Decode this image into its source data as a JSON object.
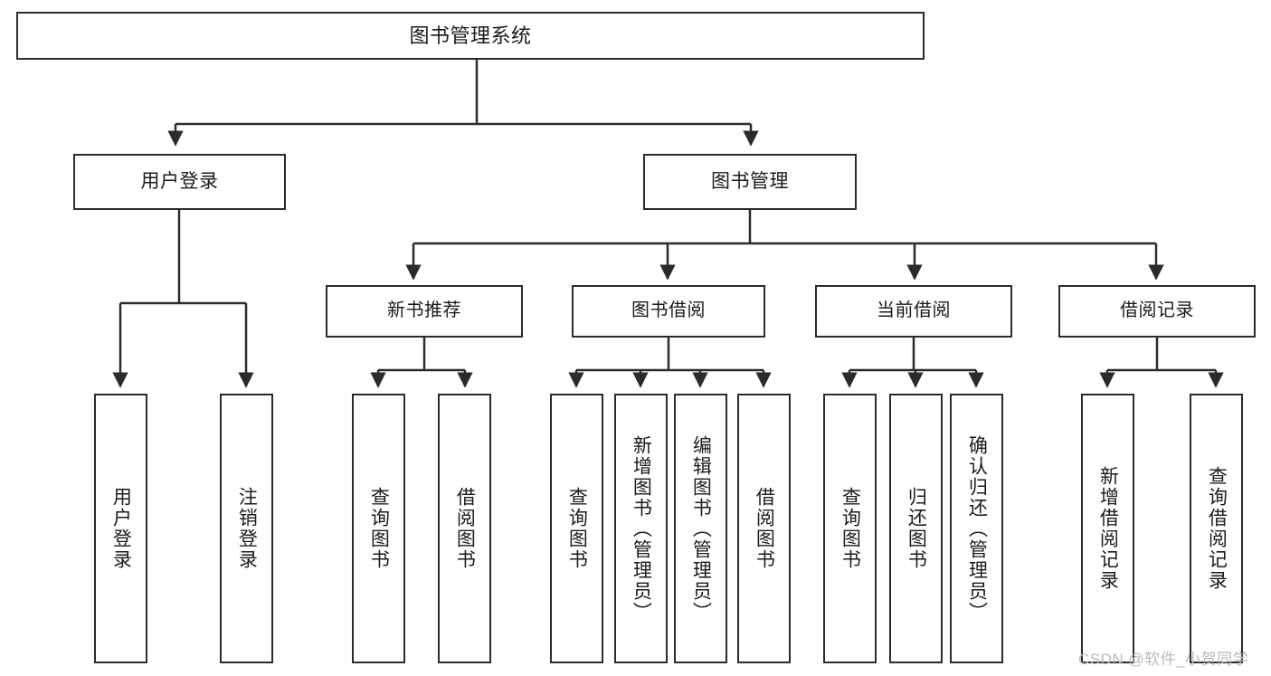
{
  "diagram": {
    "title": "图书管理系统",
    "type": "tree",
    "root": {
      "label": "图书管理系统",
      "children": [
        {
          "label": "用户登录",
          "children": [
            {
              "label": "用户登录"
            },
            {
              "label": "注销登录"
            }
          ]
        },
        {
          "label": "图书管理",
          "children": [
            {
              "label": "新书推荐",
              "children": [
                {
                  "label": "查询图书"
                },
                {
                  "label": "借阅图书"
                }
              ]
            },
            {
              "label": "图书借阅",
              "children": [
                {
                  "label": "查询图书"
                },
                {
                  "label": "新增图书（管理员）"
                },
                {
                  "label": "编辑图书（管理员）"
                },
                {
                  "label": "借阅图书"
                }
              ]
            },
            {
              "label": "当前借阅",
              "children": [
                {
                  "label": "查询图书"
                },
                {
                  "label": "归还图书"
                },
                {
                  "label": "确认归还（管理员）"
                }
              ]
            },
            {
              "label": "借阅记录",
              "children": [
                {
                  "label": "新增借阅记录"
                },
                {
                  "label": "查询借阅记录"
                }
              ]
            }
          ]
        }
      ]
    }
  },
  "nodes": {
    "root": "图书管理系统",
    "user_login": "用户登录",
    "book_manage": "图书管理",
    "new_book_rec": "新书推荐",
    "book_borrow": "图书借阅",
    "current_borrow": "当前借阅",
    "borrow_record": "借阅记录",
    "leaf_user_login": "用户登录",
    "leaf_user_logout": "注销登录",
    "leaf_query_book_1": "查询图书",
    "leaf_borrow_book_1": "借阅图书",
    "leaf_query_book_2": "查询图书",
    "leaf_add_book_admin": "新增图书（管理员）",
    "leaf_edit_book_admin": "编辑图书（管理员）",
    "leaf_borrow_book_2": "借阅图书",
    "leaf_query_book_3": "查询图书",
    "leaf_return_book": "归还图书",
    "leaf_confirm_return_admin": "确认归还（管理员）",
    "leaf_add_record": "新增借阅记录",
    "leaf_query_record": "查询借阅记录"
  },
  "watermark": {
    "text": "CSDN @软件_小贺同学"
  },
  "colors": {
    "stroke": "#2b2b2b",
    "fill": "#ffffff",
    "text": "#1b1b1b",
    "watermark": "#b9b9b9"
  }
}
